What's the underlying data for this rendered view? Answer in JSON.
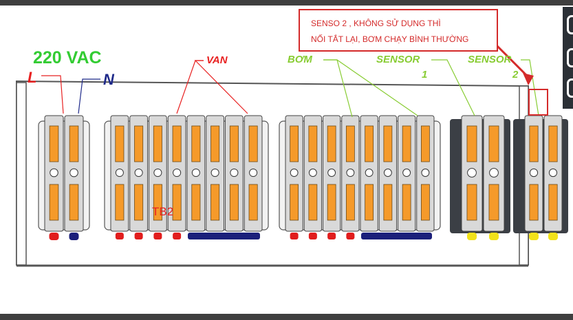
{
  "labels": {
    "voltage": "220 VAC",
    "line": "L",
    "neutral": "N",
    "valve": "VAN",
    "pump": "BƠM",
    "sensor1": "SENSOR",
    "sensor1_num": "1",
    "sensor2": "SENSOR",
    "sensor2_num": "2",
    "tb2": "TB2"
  },
  "callout": {
    "line1": "SENSO 2 , KHÔNG SỬ DỤNG THÌ",
    "line2": "NỐI TẮT LẠI, BƠM CHẠY BÌNH THƯỜNG"
  },
  "colors": {
    "terminal_orange": "#f59a2a",
    "terminal_body": "#d9d9d9",
    "module_dark": "#3b3f45",
    "wire_red": "#e11d1d",
    "wire_blue": "#1b1f7a",
    "wire_yellow": "#f2e21a",
    "label_green": "#88cc33",
    "label_red": "#e82020",
    "callout_red": "#d42a2a"
  }
}
